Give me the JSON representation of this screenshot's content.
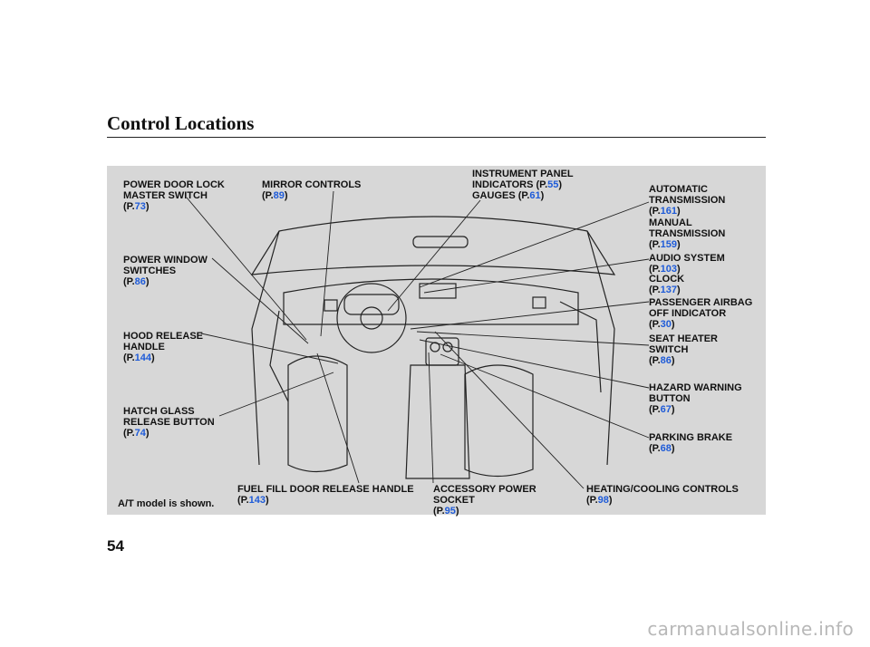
{
  "header": {
    "title": "Control Locations"
  },
  "page": {
    "number": "54",
    "watermark": "carmanualsonline.info"
  },
  "footnote": "A/T model is shown.",
  "callouts": [
    {
      "id": "power-door-lock",
      "line1": "POWER DOOR LOCK",
      "line2": "MASTER SWITCH",
      "page": "73"
    },
    {
      "id": "mirror-controls",
      "line1": "MIRROR CONTROLS",
      "page": "89"
    },
    {
      "id": "instrument-panel",
      "line1": "INSTRUMENT PANEL",
      "line2": "INDICATORS",
      "page": "55",
      "line3": "GAUGES",
      "page2": "61"
    },
    {
      "id": "automatic-transmission",
      "line1": "AUTOMATIC",
      "line2": "TRANSMISSION",
      "page": "161"
    },
    {
      "id": "manual-transmission",
      "line1": "MANUAL",
      "line2": "TRANSMISSION",
      "page": "159"
    },
    {
      "id": "audio-system",
      "line1": "AUDIO SYSTEM",
      "page": "103"
    },
    {
      "id": "clock",
      "line1": "CLOCK",
      "page": "137"
    },
    {
      "id": "passenger-airbag",
      "line1": "PASSENGER AIRBAG",
      "line2": "OFF INDICATOR",
      "page": "30"
    },
    {
      "id": "power-window",
      "line1": "POWER WINDOW",
      "line2": "SWITCHES",
      "page": "86"
    },
    {
      "id": "seat-heater",
      "line1": "SEAT HEATER",
      "line2": "SWITCH",
      "page": "86"
    },
    {
      "id": "hood-release",
      "line1": "HOOD RELEASE",
      "line2": "HANDLE",
      "page": "144"
    },
    {
      "id": "hazard-warning",
      "line1": "HAZARD WARNING",
      "line2": "BUTTON",
      "page": "67"
    },
    {
      "id": "hatch-glass",
      "line1": "HATCH GLASS",
      "line2": "RELEASE BUTTON",
      "page": "74"
    },
    {
      "id": "parking-brake",
      "line1": "PARKING BRAKE",
      "page": "68"
    },
    {
      "id": "fuel-fill",
      "line1": "FUEL FILL DOOR RELEASE HANDLE",
      "page": "143"
    },
    {
      "id": "accessory-socket",
      "line1": "ACCESSORY POWER",
      "line2": "SOCKET",
      "page": "95"
    },
    {
      "id": "heating-cooling",
      "line1": "HEATING/COOLING CONTROLS",
      "page": "98"
    }
  ]
}
